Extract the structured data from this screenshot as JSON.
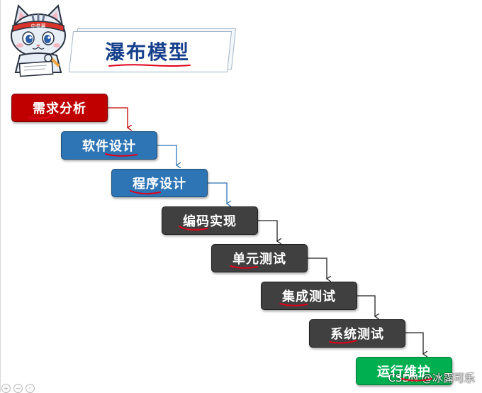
{
  "title": "瀑布模型",
  "steps": [
    {
      "label": "需求分析",
      "color": "#c00000"
    },
    {
      "label": "软件设计",
      "color": "#2e75b6"
    },
    {
      "label": "程序设计",
      "color": "#2e75b6"
    },
    {
      "label": "编码实现",
      "color": "#404040"
    },
    {
      "label": "单元测试",
      "color": "#404040"
    },
    {
      "label": "集成测试",
      "color": "#404040"
    },
    {
      "label": "系统测试",
      "color": "#404040"
    },
    {
      "label": "运行维护",
      "color": "#00b050"
    }
  ],
  "mascot": {
    "headband_text": "中卷薯"
  },
  "watermark": "CSDN @冰露可乐",
  "colors": {
    "title": "#17418c",
    "annotation": "#e0001b",
    "red_arrow": "#c00000",
    "blue_arrow": "#2e75b6",
    "black_arrow": "#222222"
  }
}
